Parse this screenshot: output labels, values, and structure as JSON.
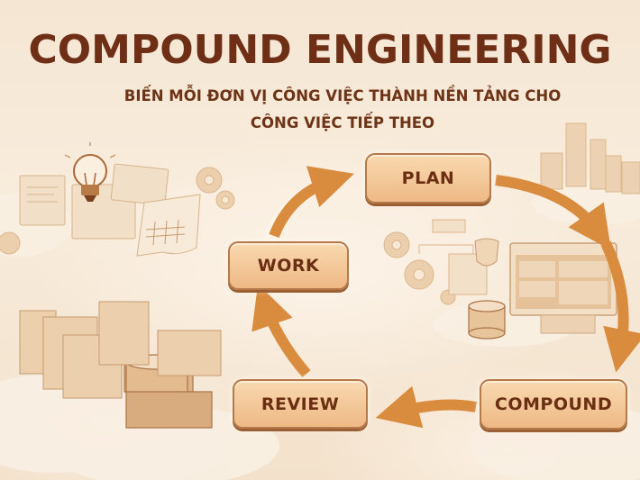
{
  "header": {
    "title": "COMPOUND ENGINEERING",
    "subtitle_line1": "BIẾN MỖI ĐƠN VỊ CÔNG VIỆC THÀNH NỀN TẢNG CHO",
    "subtitle_line2": "CÔNG VIỆC TIẾP THEO"
  },
  "cycle": {
    "nodes": [
      {
        "id": "plan",
        "label": "PLAN"
      },
      {
        "id": "compound",
        "label": "COMPOUND"
      },
      {
        "id": "review",
        "label": "REVIEW"
      },
      {
        "id": "work",
        "label": "WORK"
      }
    ],
    "flow": [
      "PLAN",
      "COMPOUND",
      "REVIEW",
      "WORK",
      "PLAN"
    ],
    "arrow_color": "#d98b3e",
    "node_fill": "#f3c894",
    "text_color": "#6a2e12"
  },
  "illustrations": [
    "lightbulb-icon",
    "document-icon",
    "chart-sheet-icon",
    "gear-icon",
    "books-icon",
    "database-icon",
    "monitor-dashboard-icon",
    "shield-icon",
    "flowchart-icon",
    "city-buildings-icon",
    "cloud-icon"
  ]
}
